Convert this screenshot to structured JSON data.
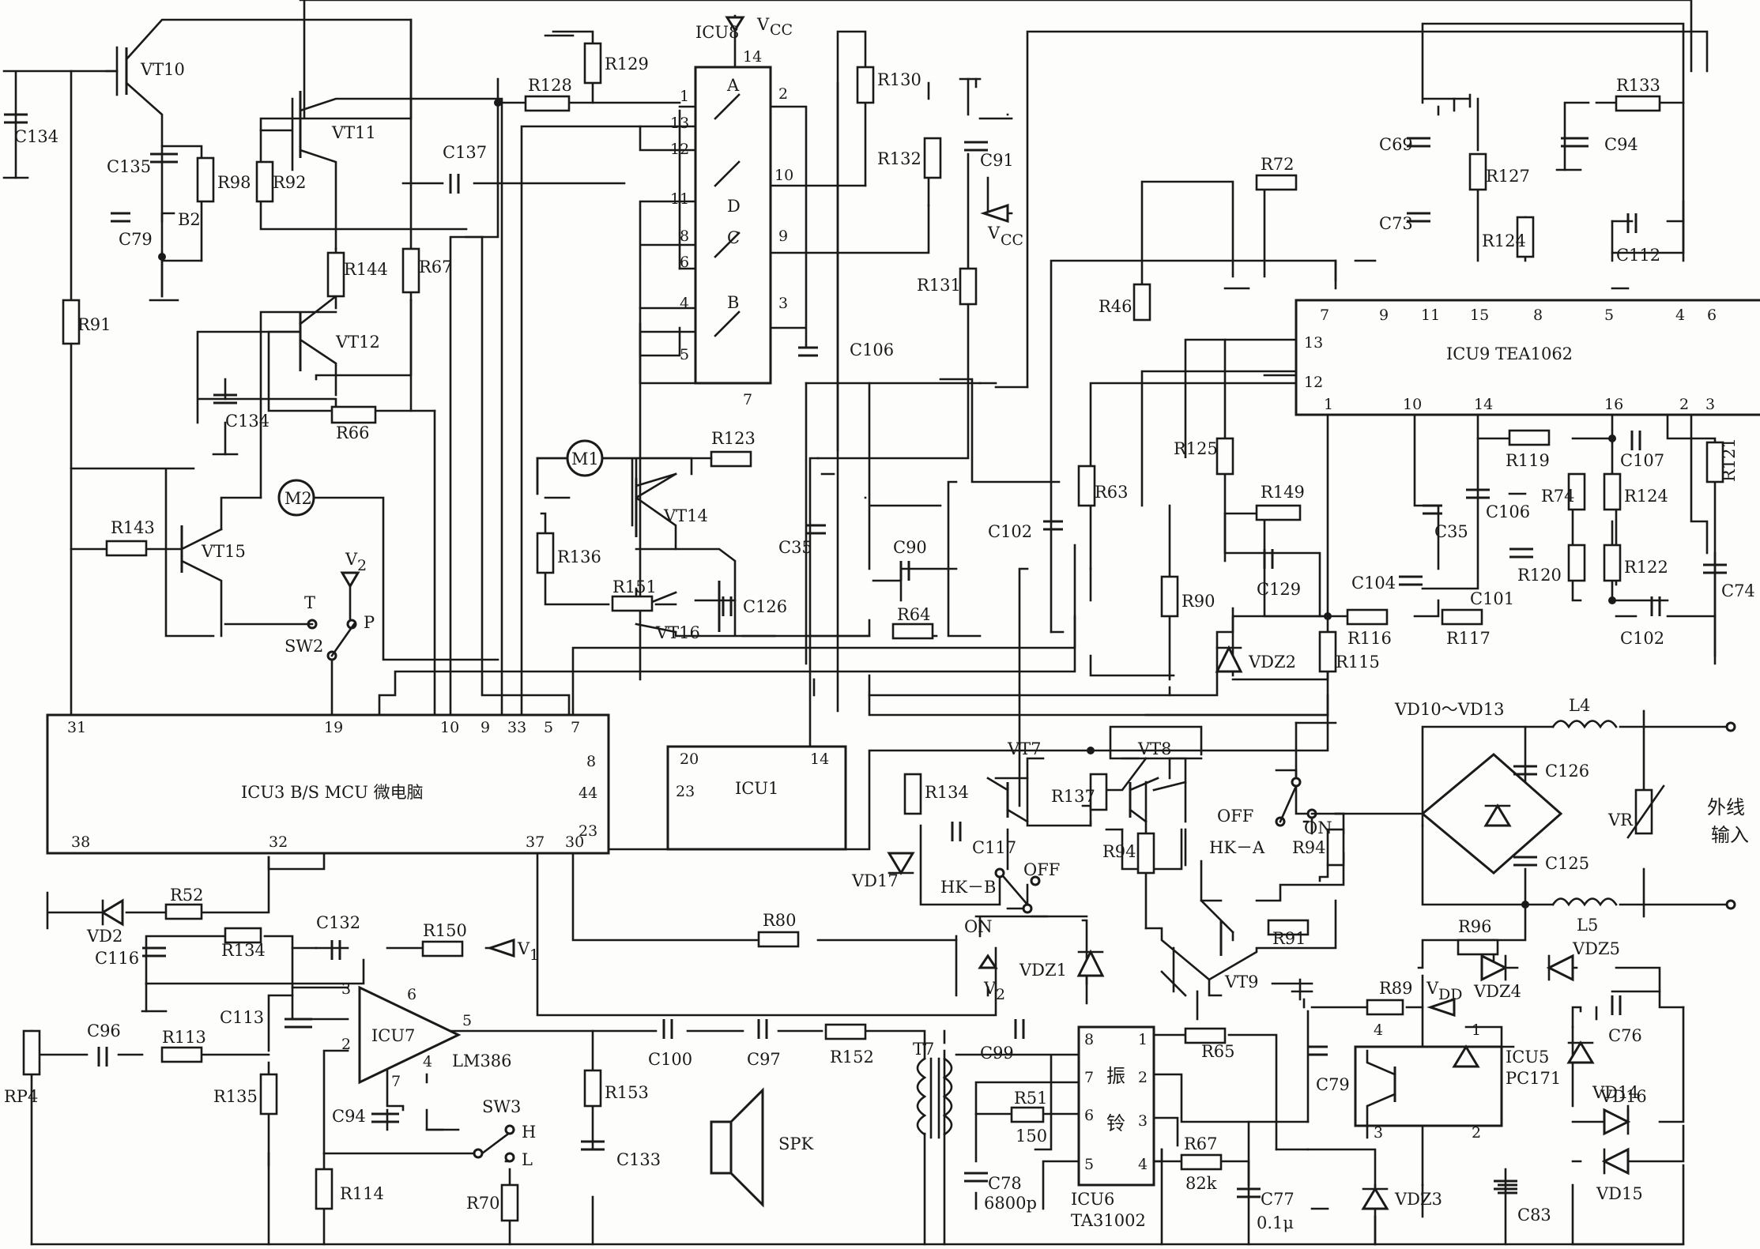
{
  "chips": {
    "icu8": {
      "name": "ICU8",
      "vcc": "V",
      "vcc_sub": "CC",
      "pins": {
        "p1": "1",
        "p13": "13",
        "p12": "12",
        "p11": "11",
        "p8": "8",
        "p6": "6",
        "p4": "4",
        "p5": "5",
        "p2": "2",
        "p10": "10",
        "p9": "9",
        "p3": "3",
        "p14": "14",
        "p7": "7"
      },
      "switches": {
        "a": "A",
        "d": "D",
        "c": "C",
        "b": "B"
      }
    },
    "icu9": {
      "name": "ICU9 TEA1062",
      "top_pins": {
        "p7": "7",
        "p9": "9",
        "p11": "11",
        "p15": "15",
        "p8": "8",
        "p5": "5",
        "p4": "4",
        "p6": "6"
      },
      "left_pins": {
        "p13": "13",
        "p12": "12"
      },
      "bottom_pins": {
        "p1": "1",
        "p10": "10",
        "p14": "14",
        "p16": "16",
        "p2": "2",
        "p3": "3"
      }
    },
    "icu3": {
      "name": "ICU3 B/S MCU 微电脑",
      "top_pins": {
        "p31": "31",
        "p19": "19",
        "p10": "10",
        "p9": "9",
        "p33": "33",
        "p5": "5",
        "p7": "7"
      },
      "right_pins": {
        "p8": "8",
        "p44": "44",
        "p23": "23"
      },
      "bottom_pins": {
        "p38": "38",
        "p32": "32",
        "p37": "37",
        "p30": "30"
      }
    },
    "icu1": {
      "name": "ICU1",
      "pins": {
        "p20": "20",
        "p14": "14",
        "p23": "23"
      }
    },
    "icu7": {
      "name": "ICU7",
      "part": "LM386",
      "pins": {
        "p3": "3",
        "p2": "2",
        "p6": "6",
        "p7": "7",
        "p4": "4",
        "p5": "5"
      }
    },
    "icu6": {
      "name": "ICU6",
      "part": "TA31002",
      "inner1": "振",
      "inner2": "铃",
      "pins": {
        "p8": "8",
        "p7": "7",
        "p6": "6",
        "p5": "5",
        "p1": "1",
        "p2": "2",
        "p3": "3",
        "p4": "4"
      }
    },
    "icu5": {
      "name": "ICU5",
      "part": "PC171",
      "pins": {
        "p4": "4",
        "p3": "3",
        "p1": "1",
        "p2": "2"
      }
    }
  },
  "labels": {
    "vt10": "VT10",
    "vt11": "VT11",
    "vt12": "VT12",
    "vt14": "VT14",
    "vt15": "VT15",
    "vt16": "VT16",
    "vt7": "VT7",
    "vt8": "VT8",
    "vt9": "VT9",
    "c134a": "C134",
    "c135": "C135",
    "c79a": "C79",
    "b2": "B2",
    "r98": "R98",
    "r92": "R92",
    "r144": "R144",
    "r67a": "R67",
    "c137": "C137",
    "r91a": "R91",
    "c134b": "C134",
    "r66": "R66",
    "r128": "R128",
    "r129": "R129",
    "r130": "R130",
    "r132": "R132",
    "c91": "C91",
    "vcc2": "V",
    "vcc2_sub": "CC",
    "r131": "R131",
    "c106a": "C106",
    "m1": "M1",
    "r123": "R123",
    "r136": "R136",
    "r151": "R151",
    "c126a": "C126",
    "c35a": "C35",
    "c90": "C90",
    "r64": "R64",
    "c102a": "C102",
    "r63": "R63",
    "r46": "R46",
    "r72": "R72",
    "c69": "C69",
    "c73": "C73",
    "r127": "R127",
    "r124a": "R124",
    "r133": "R133",
    "c94a": "C94",
    "c112": "C112",
    "r125": "R125",
    "r149": "R149",
    "c129": "C129",
    "r90": "R90",
    "vdz2": "VDZ2",
    "r115": "R115",
    "c104": "C104",
    "r116": "R116",
    "r117": "R117",
    "c35b": "C35",
    "c106b": "C106",
    "c101": "C101",
    "r120": "R120",
    "r119": "R119",
    "r74": "R74",
    "r124b": "R124",
    "r122": "R122",
    "c107": "C107",
    "r121": "R121",
    "c74": "C74",
    "c102b": "C102",
    "m2": "M2",
    "r143": "R143",
    "sw2": "SW2",
    "sw2_t": "T",
    "sw2_p": "P",
    "v2a": "V",
    "v2a_sub": "2",
    "vd10": "VD10～VD13",
    "l4": "L4",
    "l5": "L5",
    "c126b": "C126",
    "c125": "C125",
    "vr": "VR",
    "outside1": "外线",
    "outside2": "输入",
    "r134a": "R134",
    "c117": "C117",
    "r137": "R137",
    "r94a": "R94",
    "r94b": "R94",
    "vd17": "VD17",
    "hkb": "HK－B",
    "hkb_off": "OFF",
    "hkb_on": "ON",
    "hka": "HK－A",
    "hka_off": "OFF",
    "hka_on": "ON",
    "r91b": "R91",
    "vdz1": "VDZ1",
    "r80": "R80",
    "v2b": "V",
    "v2b_sub": "2",
    "r96": "R96",
    "vdz4": "VDZ4",
    "vdz5": "VDZ5",
    "r89": "R89",
    "vdd": "V",
    "vdd_sub": "DD",
    "c76": "C76",
    "c79b": "C79",
    "vd14": "VD14",
    "vd16": "VD16",
    "vd15": "VD15",
    "vdz3": "VDZ3",
    "c83": "C83",
    "vd2": "VD2",
    "r52": "R52",
    "c116": "C116",
    "r134b": "R134",
    "c132": "C132",
    "r150": "R150",
    "v1": "V",
    "v1_sub": "1",
    "c113": "C113",
    "c96": "C96",
    "r113": "R113",
    "rp4": "RP4",
    "r135": "R135",
    "r114": "R114",
    "c94b": "C94",
    "sw3": "SW3",
    "sw3_h": "H",
    "sw3_l": "L",
    "r70": "R70",
    "c100": "C100",
    "c97": "C97",
    "r152": "R152",
    "r153": "R153",
    "c133": "C133",
    "spk": "SPK",
    "t7": "T7",
    "c99": "C99",
    "r51": "R51",
    "r51v": "150",
    "c78": "C78",
    "c78v": "6800p",
    "r65": "R65",
    "r67b": "R67",
    "r67bv": "82k",
    "c77": "C77",
    "c77v": "0.1μ"
  }
}
